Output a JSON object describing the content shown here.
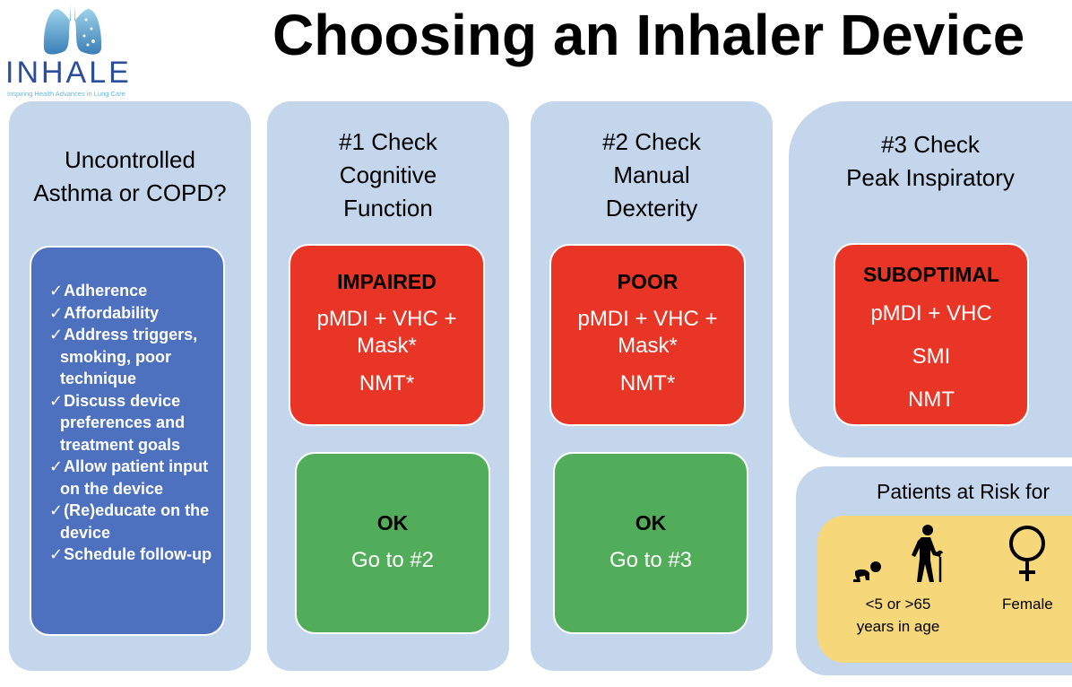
{
  "logo": {
    "name": "INHALE",
    "tagline": "Inspiring Health Advances in Lung Care"
  },
  "title": "Choosing an Inhaler Device",
  "colors": {
    "panel": "#c3d6ec",
    "checklist": "#4e71bf",
    "poor": "#e83526",
    "ok": "#52ad5b",
    "risk": "#f6d77a",
    "logo_text": "#2a4d9c"
  },
  "col0": {
    "title": [
      "Uncontrolled",
      "Asthma or COPD?"
    ],
    "items": [
      "Adherence",
      "Affordability",
      "Address triggers, smoking, poor technique",
      "Discuss device preferences and treatment goals",
      "Allow patient input on the device",
      "(Re)educate on the device",
      "Schedule follow-up"
    ]
  },
  "col1": {
    "title": [
      "#1 Check",
      "Cognitive",
      "Function"
    ],
    "bad": {
      "head": "IMPAIRED",
      "line1a": "pMDI",
      "line1b": " + VHC +",
      "line2": "Mask*",
      "line3": "NMT*"
    },
    "good": {
      "head": "OK",
      "line": "Go to #2"
    }
  },
  "col2": {
    "title": [
      "#2 Check",
      "Manual",
      "Dexterity"
    ],
    "bad": {
      "head": "POOR",
      "line1a": "pMDI",
      "line1b": " + VHC +",
      "line2": "Mask*",
      "line3": "NMT*"
    },
    "good": {
      "head": "OK",
      "line": "Go to #3"
    }
  },
  "col3": {
    "title": [
      "#3 Check",
      "Peak Inspiratory"
    ],
    "bad": {
      "head": "SUBOPTIMAL",
      "line1a": "pMDI",
      "line1b": " + VHC",
      "line2": "SMI",
      "line3": "NMT"
    }
  },
  "risk": {
    "title": "Patients at Risk for",
    "items": [
      {
        "icons": [
          "crawling-baby-icon",
          "elderly-with-cane-icon"
        ],
        "label": [
          "<5 or >65",
          "years in age"
        ]
      },
      {
        "icons": [
          "female-symbol-icon"
        ],
        "label": [
          "Female"
        ]
      }
    ]
  }
}
